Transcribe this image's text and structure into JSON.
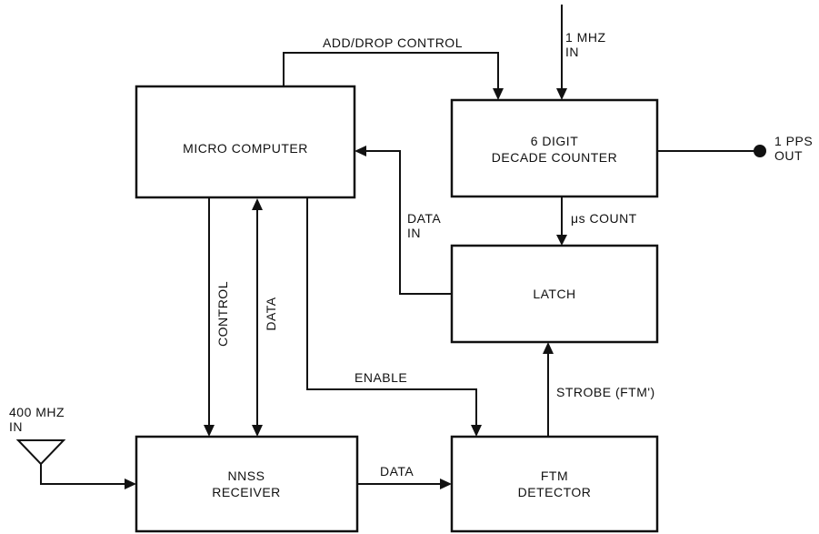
{
  "blocks": {
    "micro_computer": "MICRO COMPUTER",
    "counter_line1": "6 DIGIT",
    "counter_line2": "DECADE COUNTER",
    "latch": "LATCH",
    "receiver_line1": "NNSS",
    "receiver_line2": "RECEIVER",
    "ftm_line1": "FTM",
    "ftm_line2": "DETECTOR"
  },
  "signals": {
    "add_drop_control": "ADD/DROP CONTROL",
    "clock_in_line1": "1 MHZ",
    "clock_in_line2": "IN",
    "pps_out_line1": "1 PPS",
    "pps_out_line2": "OUT",
    "data_in_line1": "DATA",
    "data_in_line2": "IN",
    "us_count": "μs COUNT",
    "control": "CONTROL",
    "data_vertical": "DATA",
    "enable": "ENABLE",
    "strobe": "STROBE (FTM')",
    "rf_in_line1": "400 MHZ",
    "rf_in_line2": "IN",
    "data_horizontal": "DATA"
  },
  "colors": {
    "ink": "#111111",
    "background": "#ffffff"
  }
}
